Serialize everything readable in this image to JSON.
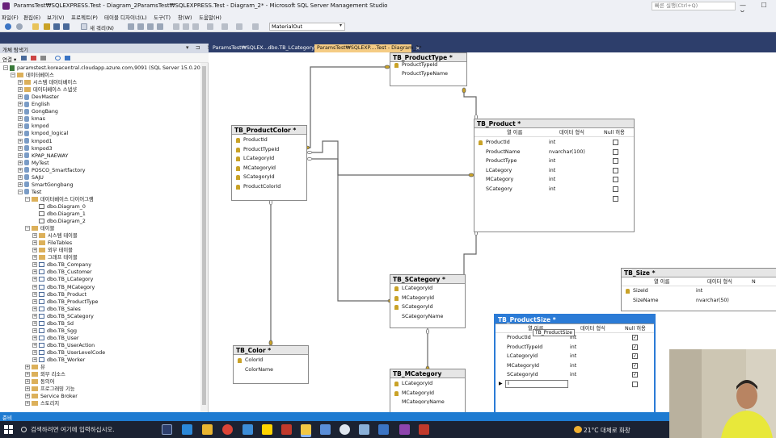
{
  "window": {
    "title": "ParamsTest₩SQLEXPRESS.Test - Diagram_2ParamsTest₩SQLEXPRESS.Test - Diagram_2* - Microsoft SQL Server Management Studio",
    "quick_launch_placeholder": "빠른 실행(Ctrl+Q)",
    "controls": "— ☐ ✕"
  },
  "menu": [
    "파일(F)",
    "편집(E)",
    "보기(V)",
    "프로젝트(P)",
    "테이블 디자이너(L)",
    "도구(T)",
    "창(W)",
    "도움말(H)"
  ],
  "toolbar": {
    "new_query_label": "새 쿼리(N)",
    "database_selected": "MaterialOut"
  },
  "object_explorer": {
    "title": "개체 탐색기",
    "header_buttons": "▾ ⊐ ✕",
    "connect_label": "연결 ▾",
    "tree": [
      {
        "label": "paramstest.koreacentral.cloudapp.azure.com,9091 (SQL Server 15.0.2080 - sa)",
        "icon": "server",
        "depth": 0,
        "exp": "−"
      },
      {
        "label": "데이터베이스",
        "icon": "folder",
        "depth": 1,
        "exp": "−"
      },
      {
        "label": "시스템 데이터베이스",
        "icon": "folder",
        "depth": 2,
        "exp": "+"
      },
      {
        "label": "데이터베이스 스냅샷",
        "icon": "folder",
        "depth": 2,
        "exp": "+"
      },
      {
        "label": "DevMaster",
        "icon": "db",
        "depth": 2,
        "exp": "+"
      },
      {
        "label": "English",
        "icon": "db",
        "depth": 2,
        "exp": "+"
      },
      {
        "label": "GongBang",
        "icon": "db",
        "depth": 2,
        "exp": "+"
      },
      {
        "label": "kmas",
        "icon": "db",
        "depth": 2,
        "exp": "+"
      },
      {
        "label": "kmpod",
        "icon": "db",
        "depth": 2,
        "exp": "+"
      },
      {
        "label": "kmpod_logical",
        "icon": "db",
        "depth": 2,
        "exp": "+"
      },
      {
        "label": "kmpod1",
        "icon": "db",
        "depth": 2,
        "exp": "+"
      },
      {
        "label": "kmpod3",
        "icon": "db",
        "depth": 2,
        "exp": "+"
      },
      {
        "label": "KPAP_NAEWAY",
        "icon": "db",
        "depth": 2,
        "exp": "+"
      },
      {
        "label": "MyTest",
        "icon": "db",
        "depth": 2,
        "exp": "+"
      },
      {
        "label": "POSCO_Smartfactory",
        "icon": "db",
        "depth": 2,
        "exp": "+"
      },
      {
        "label": "SAJU",
        "icon": "db",
        "depth": 2,
        "exp": "+"
      },
      {
        "label": "SmartGongbang",
        "icon": "db",
        "depth": 2,
        "exp": "+"
      },
      {
        "label": "Test",
        "icon": "db",
        "depth": 2,
        "exp": "−"
      },
      {
        "label": "데이터베이스 다이어그램",
        "icon": "folder",
        "depth": 3,
        "exp": "−"
      },
      {
        "label": "dbo.Diagram_0",
        "icon": "diagram",
        "depth": 4,
        "exp": ""
      },
      {
        "label": "dbo.Diagram_1",
        "icon": "diagram",
        "depth": 4,
        "exp": ""
      },
      {
        "label": "dbo.Diagram_2",
        "icon": "diagram",
        "depth": 4,
        "exp": ""
      },
      {
        "label": "테이블",
        "icon": "folder",
        "depth": 3,
        "exp": "−"
      },
      {
        "label": "시스템 테이블",
        "icon": "folder",
        "depth": 4,
        "exp": "+"
      },
      {
        "label": "FileTables",
        "icon": "folder",
        "depth": 4,
        "exp": "+"
      },
      {
        "label": "외부 테이블",
        "icon": "folder",
        "depth": 4,
        "exp": "+"
      },
      {
        "label": "그래프 테이블",
        "icon": "folder",
        "depth": 4,
        "exp": "+"
      },
      {
        "label": "dbo.TB_Company",
        "icon": "table",
        "depth": 4,
        "exp": "+"
      },
      {
        "label": "dbo.TB_Customer",
        "icon": "table",
        "depth": 4,
        "exp": "+"
      },
      {
        "label": "dbo.TB_LCategory",
        "icon": "table",
        "depth": 4,
        "exp": "+"
      },
      {
        "label": "dbo.TB_MCategory",
        "icon": "table",
        "depth": 4,
        "exp": "+"
      },
      {
        "label": "dbo.TB_Product",
        "icon": "table",
        "depth": 4,
        "exp": "+"
      },
      {
        "label": "dbo.TB_ProductType",
        "icon": "table",
        "depth": 4,
        "exp": "+"
      },
      {
        "label": "dbo.TB_Sales",
        "icon": "table",
        "depth": 4,
        "exp": "+"
      },
      {
        "label": "dbo.TB_SCategory",
        "icon": "table",
        "depth": 4,
        "exp": "+"
      },
      {
        "label": "dbo.TB_Sd",
        "icon": "table",
        "depth": 4,
        "exp": "+"
      },
      {
        "label": "dbo.TB_Sgg",
        "icon": "table",
        "depth": 4,
        "exp": "+"
      },
      {
        "label": "dbo.TB_User",
        "icon": "table",
        "depth": 4,
        "exp": "+"
      },
      {
        "label": "dbo.TB_UserAction",
        "icon": "table",
        "depth": 4,
        "exp": "+"
      },
      {
        "label": "dbo.TB_UserLevelCode",
        "icon": "table",
        "depth": 4,
        "exp": "+"
      },
      {
        "label": "dbo.TB_Worker",
        "icon": "table",
        "depth": 4,
        "exp": "+"
      },
      {
        "label": "뷰",
        "icon": "folder",
        "depth": 3,
        "exp": "+"
      },
      {
        "label": "외부 리소스",
        "icon": "folder",
        "depth": 3,
        "exp": "+"
      },
      {
        "label": "동의어",
        "icon": "folder",
        "depth": 3,
        "exp": "+"
      },
      {
        "label": "프로그래밍 기능",
        "icon": "folder",
        "depth": 3,
        "exp": "+"
      },
      {
        "label": "Service Broker",
        "icon": "folder",
        "depth": 3,
        "exp": "+"
      },
      {
        "label": "스토리지",
        "icon": "folder",
        "depth": 3,
        "exp": "+"
      }
    ]
  },
  "tabs": [
    {
      "label": "ParamsTest₩SQLEX...dbo.TB_LCategory",
      "active": false
    },
    {
      "label": "ParamsTest₩SQLEXP....Test - Diagram_2*",
      "active": true
    }
  ],
  "tab_close": "✕",
  "diagram": {
    "grid_headers": {
      "col": "열 이름",
      "type": "데이터 형식",
      "null": "Null 허용"
    },
    "tb_producttype": {
      "title": "TB_ProductType *",
      "columns": [
        "ProductTypeId",
        "ProductTypeName"
      ]
    },
    "tb_productcolor": {
      "title": "TB_ProductColor *",
      "columns": [
        "ProductId",
        "ProductTypeId",
        "LCategoryId",
        "MCategoryId",
        "SCategoryId",
        "ProductColorId"
      ]
    },
    "tb_product": {
      "title": "TB_Product *",
      "columns": [
        {
          "name": "ProductId",
          "type": "int"
        },
        {
          "name": "ProductName",
          "type": "nvarchar(100)"
        },
        {
          "name": "ProductType",
          "type": "int"
        },
        {
          "name": "LCategory",
          "type": "int"
        },
        {
          "name": "MCategory",
          "type": "int"
        },
        {
          "name": "SCategory",
          "type": "int"
        }
      ]
    },
    "tb_scategory": {
      "title": "TB_SCategory *",
      "columns": [
        "LCategoryId",
        "MCategoryId",
        "SCategoryId",
        "SCategoryName"
      ]
    },
    "tb_color": {
      "title": "TB_Color *",
      "columns": [
        "ColorId",
        "ColorName"
      ]
    },
    "tb_mcategory": {
      "title": "TB_MCategory",
      "columns": [
        "LCategoryId",
        "MCategoryId",
        "MCategoryName"
      ]
    },
    "tb_size": {
      "title": "TB_Size *",
      "columns": [
        {
          "name": "SizeId",
          "type": "int"
        },
        {
          "name": "SizeName",
          "type": "nvarchar(50)"
        }
      ],
      "null_header_cut": "N"
    },
    "tb_productsize": {
      "title": "TB_ProductSize *",
      "columns": [
        {
          "name": "ProductId",
          "type": "int"
        },
        {
          "name": "ProductTypeId",
          "type": "int"
        },
        {
          "name": "LCategoryId",
          "type": "int"
        },
        {
          "name": "MCategoryId",
          "type": "int"
        },
        {
          "name": "SCategoryId",
          "type": "int"
        }
      ],
      "editing_value": "I"
    },
    "tooltip": "TB_ProductSize"
  },
  "status": {
    "text": "준비"
  },
  "taskbar": {
    "search_placeholder": "검색하려면 여기에 입력하십시오.",
    "weather": "21°C 대체로 화창"
  }
}
